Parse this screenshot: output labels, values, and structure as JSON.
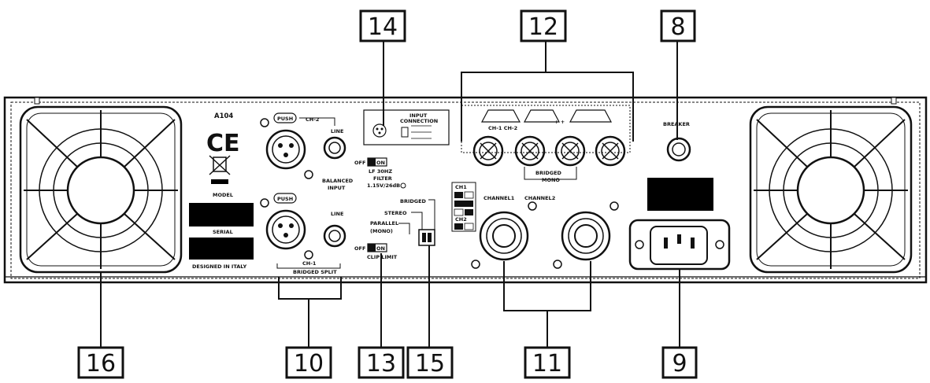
{
  "callouts": {
    "c8": "8",
    "c9": "9",
    "c10": "10",
    "c11": "11",
    "c12": "12",
    "c13": "13",
    "c14": "14",
    "c15": "15",
    "c16": "16"
  },
  "panel_labels": {
    "model_code": "A104",
    "ce_mark": "CE",
    "model": "MODEL",
    "serial": "SERIAL",
    "designed": "DESIGNED IN ITALY",
    "push_top": "PUSH",
    "push_bottom": "PUSH",
    "ch2_top": "CH-2",
    "line_top": "LINE",
    "line_bottom": "LINE",
    "balanced": "BALANCED",
    "input": "INPUT",
    "off_top": "OFF",
    "on_top": "ON",
    "lf": "LF 30HZ",
    "filter": "FILTER",
    "sens": "1.15V/26dB",
    "off_bottom": "OFF",
    "on_bottom": "ON",
    "clip": "CLIP LIMIT",
    "ch1_bottom": "CH-1",
    "bridged_split": "BRIDGED SPLIT",
    "input_conn_1": "INPUT",
    "input_conn_2": "CONNECTION",
    "bridged": "BRIDGED",
    "stereo": "STEREO",
    "parallel": "PARALLEL",
    "mono_paren": "(MONO)",
    "ch1_ch2": "CH-1 CH-2",
    "bridged_mono_1": "BRIDGED",
    "bridged_mono_2": "MONO",
    "ch1_tag": "CH1",
    "ch2_tag": "CH2",
    "channel1": "CHANNEL1",
    "channel2": "CHANNEL2",
    "breaker": "BREAKER"
  },
  "colors": {
    "ink": "#111111",
    "background": "#ffffff",
    "label_fill": "#000000"
  },
  "icons": [
    "fan-grille-icon",
    "ce-mark-icon",
    "weee-bin-icon",
    "xlr-connector-icon",
    "jack-socket-icon",
    "binding-post-icon",
    "speakon-connector-icon",
    "power-inlet-icon",
    "breaker-button-icon"
  ]
}
